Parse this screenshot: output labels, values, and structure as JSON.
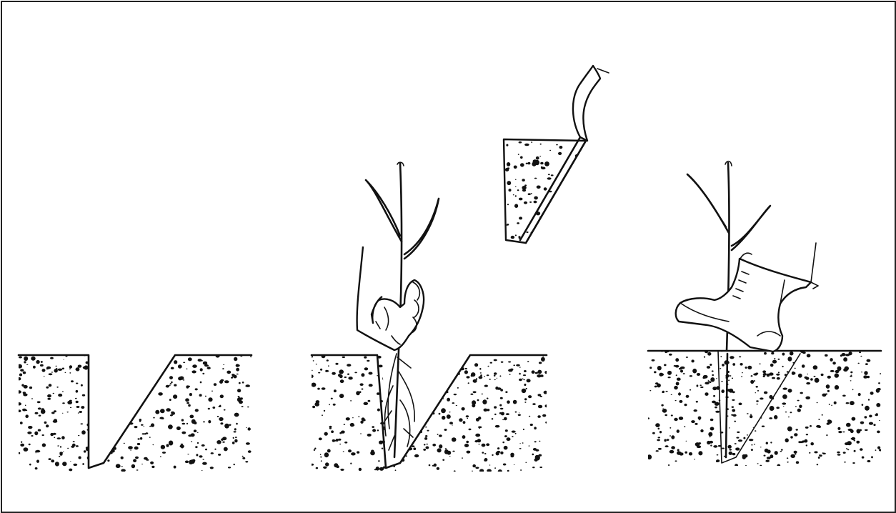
{
  "illustration": {
    "panels": [
      {
        "id": "open-slit",
        "icon": "soil-slit-icon"
      },
      {
        "id": "insert-seedling",
        "icon": "hand-planting-seedling-icon"
      },
      {
        "id": "close-slit",
        "icon": "boot-firming-soil-icon"
      }
    ],
    "tool": {
      "icon": "planting-spade-icon"
    },
    "colors": {
      "ink": "#111111",
      "paper": "#ffffff"
    }
  }
}
